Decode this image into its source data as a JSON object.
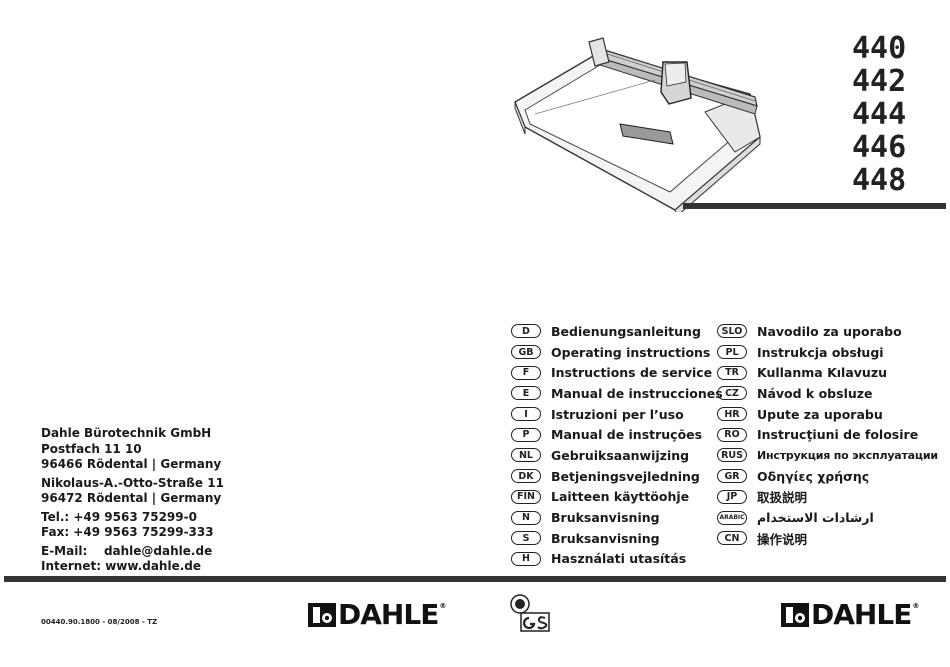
{
  "models": [
    "440",
    "442",
    "444",
    "446",
    "448"
  ],
  "address": {
    "block1": [
      "Dahle Bürotechnik GmbH",
      "Postfach 11 10",
      "96466 Rödental | Germany"
    ],
    "block2": [
      "Nikolaus-A.-Otto-Straße 11",
      "96472 Rödental | Germany"
    ],
    "block3": [
      "Tel.: +49 9563 75299-0",
      "Fax: +49 9563 75299-333"
    ],
    "block4": [
      "E-Mail:    dahle@dahle.de",
      "Internet: www.dahle.de"
    ]
  },
  "languages_left": [
    {
      "code": "D",
      "text": "Bedienungsanleitung"
    },
    {
      "code": "GB",
      "text": "Operating instructions"
    },
    {
      "code": "F",
      "text": "Instructions de service"
    },
    {
      "code": "E",
      "text": "Manual de instrucciones"
    },
    {
      "code": "I",
      "text": "Istruzioni per l’uso"
    },
    {
      "code": "P",
      "text": "Manual de instruções"
    },
    {
      "code": "NL",
      "text": "Gebruiksaanwijzing"
    },
    {
      "code": "DK",
      "text": "Betjeningsvejledning"
    },
    {
      "code": "FIN",
      "text": "Laitteen käyttöohje"
    },
    {
      "code": "N",
      "text": "Bruksanvisning"
    },
    {
      "code": "S",
      "text": "Bruksanvisning"
    },
    {
      "code": "H",
      "text": "Használati utasítás"
    }
  ],
  "languages_right": [
    {
      "code": "SLO",
      "text": "Navodilo za uporabo"
    },
    {
      "code": "PL",
      "text": "Instrukcja obsługi"
    },
    {
      "code": "TR",
      "text": "Kullanma Kılavuzu"
    },
    {
      "code": "CZ",
      "text": "Návod k obsluze"
    },
    {
      "code": "HR",
      "text": "Upute za uporabu"
    },
    {
      "code": "RO",
      "text": "Instrucţiuni de folosire"
    },
    {
      "code": "RUS",
      "text": "Инструкция по эксплуатации"
    },
    {
      "code": "GR",
      "text": "Οδηγίες χρήσης"
    },
    {
      "code": "JP",
      "text": "取扱説明"
    },
    {
      "code": "ARABIC",
      "text": "ارشادات الاستخدام"
    },
    {
      "code": "CN",
      "text": "操作说明"
    }
  ],
  "footer": {
    "code": "00440.90.1800 - 08/2008 - TZ",
    "brand": "DAHLE",
    "registered": "®"
  },
  "icons": {
    "product": "rolling-trimmer-illustration",
    "certification": "gs-certification-icon",
    "brand_mark": "dahle-logo-mark-icon"
  },
  "colors": {
    "ink": "#111111",
    "rule": "#333333",
    "background": "#ffffff"
  }
}
